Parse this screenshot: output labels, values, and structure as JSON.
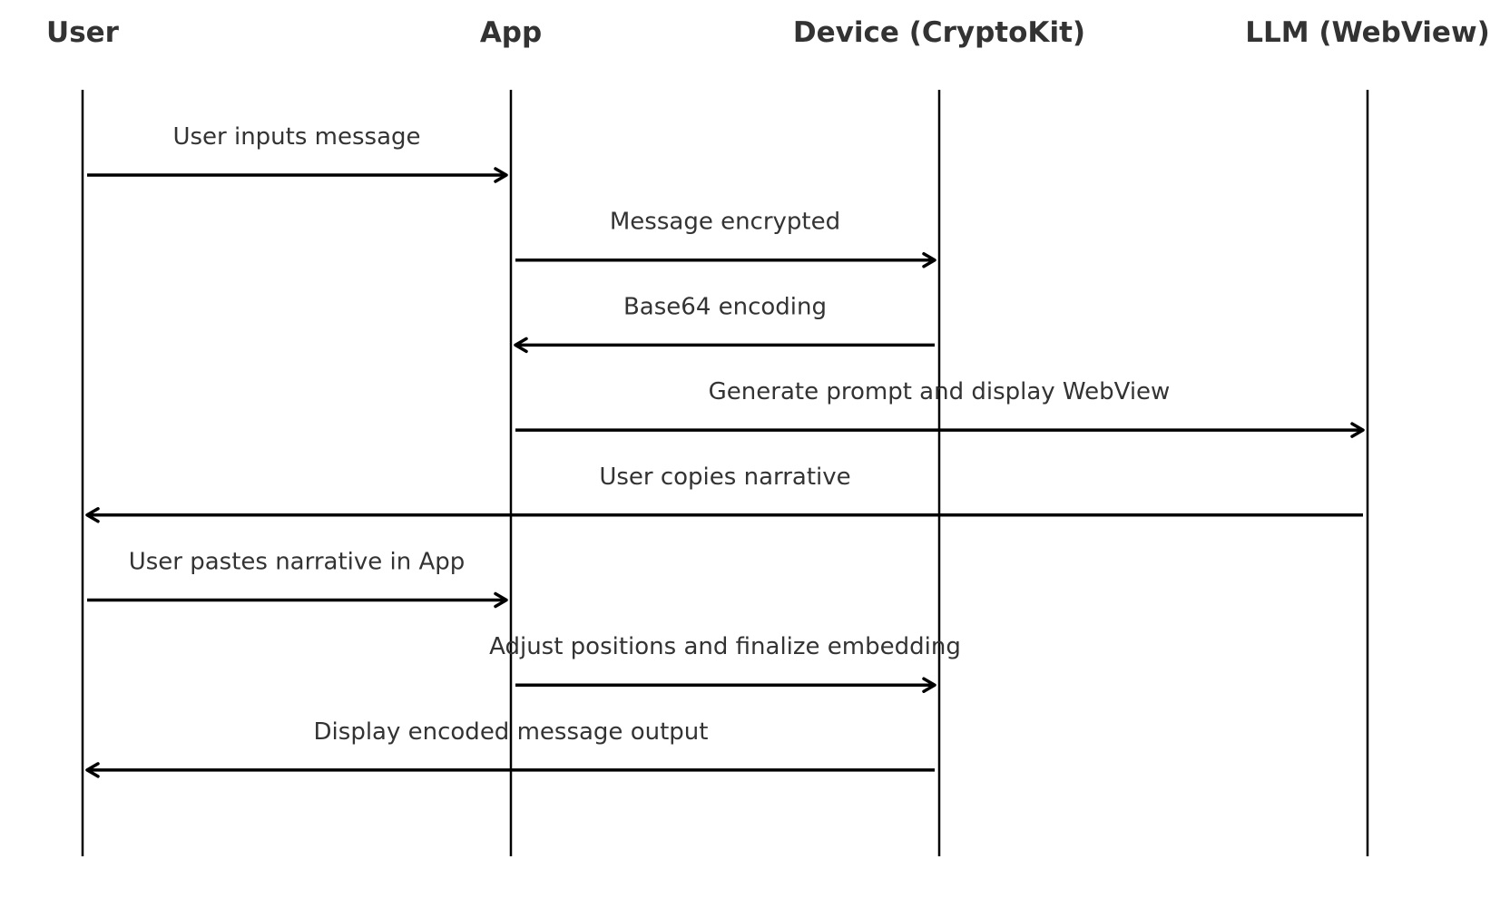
{
  "diagram": {
    "participants": [
      {
        "id": "user",
        "label": "User"
      },
      {
        "id": "app",
        "label": "App"
      },
      {
        "id": "device",
        "label": "Device (CryptoKit)"
      },
      {
        "id": "llm",
        "label": "LLM (WebView)"
      }
    ],
    "messages": [
      {
        "from": "user",
        "to": "app",
        "label": "User inputs message"
      },
      {
        "from": "app",
        "to": "device",
        "label": "Message encrypted"
      },
      {
        "from": "device",
        "to": "app",
        "label": "Base64 encoding"
      },
      {
        "from": "app",
        "to": "llm",
        "label": "Generate prompt and display WebView"
      },
      {
        "from": "llm",
        "to": "user",
        "label": "User copies narrative"
      },
      {
        "from": "user",
        "to": "app",
        "label": "User pastes narrative in App"
      },
      {
        "from": "app",
        "to": "device",
        "label": "Adjust positions and finalize embedding"
      },
      {
        "from": "device",
        "to": "user",
        "label": "Display encoded message output"
      }
    ]
  }
}
